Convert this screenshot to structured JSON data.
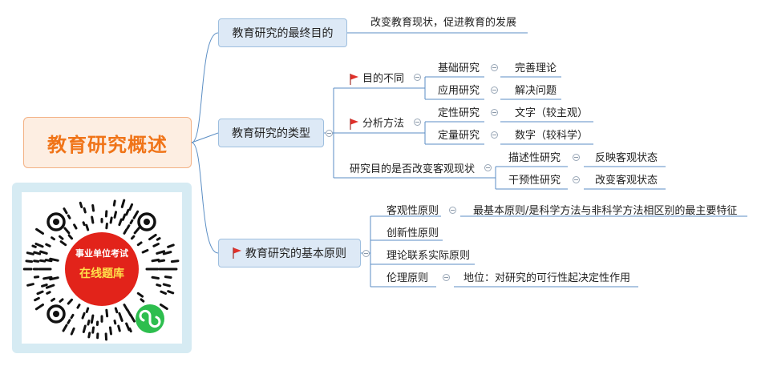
{
  "root": {
    "label": "教育研究概述"
  },
  "colors": {
    "line": "#5b8ec4",
    "accent": "#f07418",
    "flag": "#e0302a",
    "box_fill": "#dde9f6"
  },
  "branches": {
    "goal": {
      "label": "教育研究的最终目的",
      "answer": "改变教育现状，促进教育的发展"
    },
    "types": {
      "label": "教育研究的类型",
      "by_purpose": {
        "label": "目的不同",
        "basic": {
          "label": "基础研究",
          "value": "完善理论"
        },
        "applied": {
          "label": "应用研究",
          "value": "解决问题"
        }
      },
      "by_method": {
        "label": "分析方法",
        "qualitative": {
          "label": "定性研究",
          "value": "文字（较主观）"
        },
        "quantitative": {
          "label": "定量研究",
          "value": "数字（较科学）"
        }
      },
      "by_change": {
        "label": "研究目的是否改变客观现状",
        "descriptive": {
          "label": "描述性研究",
          "value": "反映客观状态"
        },
        "intervention": {
          "label": "干预性研究",
          "value": "改变客观状态"
        }
      }
    },
    "principles": {
      "label": "教育研究的基本原则",
      "objective": {
        "label": "客观性原则",
        "value": "最基本原则/是科学方法与非科学方法相区别的最主要特征"
      },
      "innovative": {
        "label": "创新性原则"
      },
      "practice": {
        "label": "理论联系实际原则"
      },
      "ethics": {
        "label": "伦理原则",
        "value": "地位：对研究的可行性起决定性作用"
      }
    }
  },
  "qr": {
    "line1": "事业单位考试",
    "line2": "在线题库"
  }
}
